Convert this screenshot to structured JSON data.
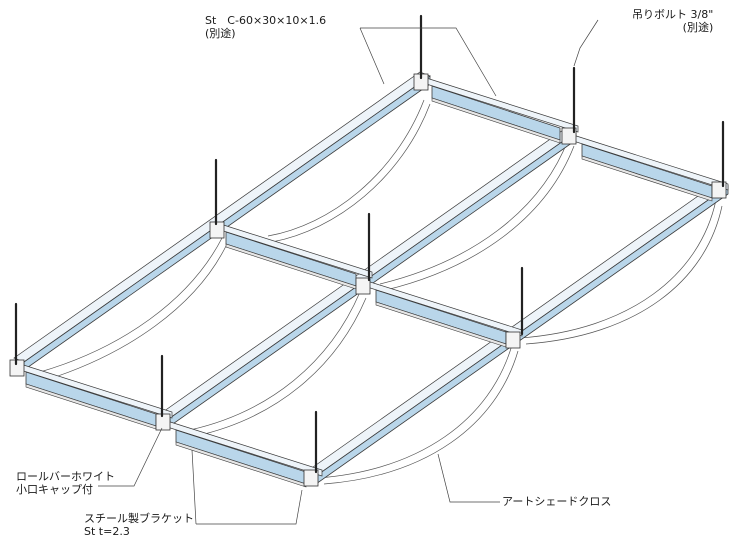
{
  "labels": {
    "channel_line1": "St　C-60×30×10×1.6",
    "channel_line2": "(別途)",
    "bolt_line1": "吊りボルト 3/8\"",
    "bolt_line2": "(別途)",
    "roll_bar_line1": "ロールバーホワイト",
    "roll_bar_line2": "小口キャップ付",
    "bracket_line1": "スチール製ブラケット",
    "bracket_line2": "St t=2.3",
    "cloth": "アートシェードクロス"
  },
  "colors": {
    "beam_face": "#b9d6ea",
    "outline": "#3a3a3a",
    "rod": "#222222"
  },
  "icons": {
    "hanger": "threaded-rod",
    "bracket": "steel-bracket"
  }
}
